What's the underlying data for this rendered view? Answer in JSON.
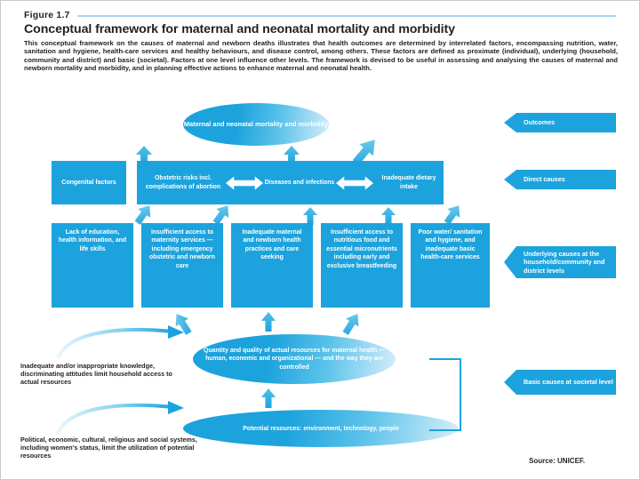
{
  "header": {
    "figure_label": "Figure 1.7",
    "title": "Conceptual framework for maternal and neonatal mortality and morbidity",
    "intro": "This conceptual framework on the causes of maternal and newborn deaths illustrates that health outcomes are determined by interrelated factors, encompassing nutrition, water, sanitation and hygiene, health-care services and healthy behaviours, and disease control, among others. These factors are defined as proximate (individual), underlying (household, community and district) and basic (societal). Factors at one level influence other levels. The framework is devised to be useful in assessing and analysing the causes of maternal and newborn mortality and morbidity, and in planning effective actions to enhance maternal and neonatal health."
  },
  "outcome": {
    "label": "Maternal and neonatal mortality and morbidity"
  },
  "direct_causes": {
    "congenital": "Congenital factors",
    "items": [
      "Obstetric risks incl. complications of abortion",
      "Diseases and infections",
      "Inadequate dietary intake"
    ]
  },
  "underlying_causes": {
    "boxes": [
      "Lack of education, health information, and life skills",
      "Insufficient access to maternity services — including emergency obstetric and newborn care",
      "Inadequate maternal and newborn health practices and care seeking",
      "Insufficient access to nutritious food and essential micronutrients including early and exclusive breastfeeding",
      "Poor water/ sanitation and hygiene, and inadequate basic health-care services"
    ]
  },
  "basic_causes": {
    "actual_resources": "Quantity and quality of actual resources for maternal health — human, economic and organizational — and the way they are controlled",
    "potential_resources": "Potential resources: environment, technology, people",
    "note_top": "Inadequate and/or inappropriate knowledge, discriminating attitudes limit household access to actual resources",
    "note_bottom": "Political, economic, cultural, religious and social systems, including women's status, limit the utilization of potential resources"
  },
  "side_labels": {
    "outcomes": "Outcomes",
    "direct": "Direct causes",
    "underlying": "Underlying causes at the household/community and district levels",
    "basic": "Basic causes at societal level"
  },
  "footer": {
    "source": "Source: UNICEF."
  },
  "colors": {
    "primary_blue": "#1CA3DD",
    "rule_blue": "#a9d8ef",
    "text": "#231f20"
  }
}
